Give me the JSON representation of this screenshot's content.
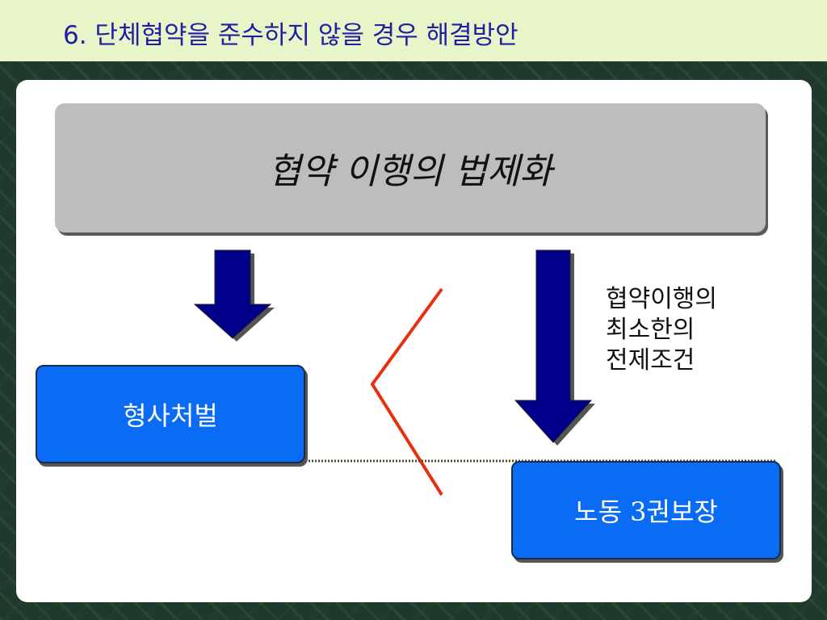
{
  "slide": {
    "title": "6. 단체협약을 준수하지 않을 경우 해결방안",
    "top_box": "협약 이행의 법제화",
    "left_box": "형사처벌",
    "right_box": "노동 3권보장",
    "side_note": [
      "협약이행의",
      "최소한의",
      "전제조건"
    ]
  },
  "colors": {
    "title": "#2020a0",
    "title_bar": "#e8f5c8",
    "arrow": "#00008b",
    "box_blue": "#0a6cf5",
    "top_box": "#bdbdbd",
    "chevron": "#e83010"
  }
}
